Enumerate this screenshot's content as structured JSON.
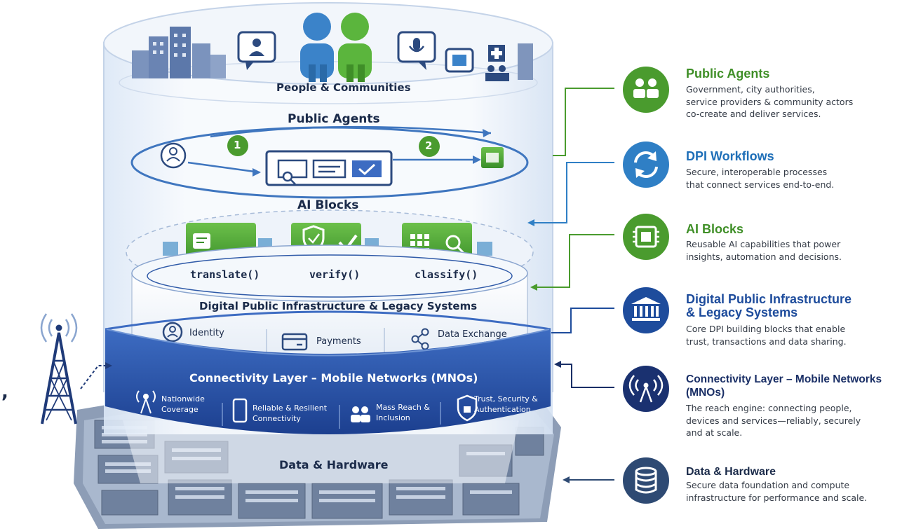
{
  "diagram": {
    "people_label": "People & Communities",
    "agents_label": "Public Agents",
    "step_1": "1",
    "step_2": "2",
    "ai_label": "AI Blocks",
    "blocks": [
      "translate()",
      "verify()",
      "classify()"
    ],
    "dpi_label": "Digital Public Infrastructure & Legacy Systems",
    "dpi_items": [
      "Identity",
      "Payments",
      "Data Exchange"
    ],
    "conn_label": "Connectivity Layer – Mobile Networks (MNOs)",
    "conn_items": [
      {
        "line1": "Nationwide",
        "line2": "Coverage"
      },
      {
        "line1": "Reliable & Resilient",
        "line2": "Connectivity"
      },
      {
        "line1": "Mass Reach &",
        "line2": "Inclusion"
      },
      {
        "line1": "Trust, Security &",
        "line2": "Authentication"
      }
    ],
    "hw_label": "Data & Hardware",
    "stray_mark": ","
  },
  "legend": [
    {
      "icon": "people-icon",
      "color": "#4a9b2e",
      "title_color": "#3f8f27",
      "title": "Public Agents",
      "desc": "Government, city authorities,\nservice providers & community actors\nco-create and deliver services."
    },
    {
      "icon": "refresh-icon",
      "color": "#2f7fc5",
      "title_color": "#1f6fb8",
      "title": "DPI Workflows",
      "desc": "Secure, interoperable processes\nthat connect services end-to-end."
    },
    {
      "icon": "chip-icon",
      "color": "#4a9b2e",
      "title_color": "#3f8f27",
      "title": "AI Blocks",
      "desc": "Reusable AI capabilities that power\ninsights, automation and decisions."
    },
    {
      "icon": "bank-icon",
      "color": "#1e4c9c",
      "title_color": "#1e4c9c",
      "title": "Digital Public Infrastructure\n& Legacy Systems",
      "desc": "Core DPI building blocks that enable\ntrust, transactions and data sharing."
    },
    {
      "icon": "antenna-icon",
      "color": "#1a3170",
      "title_color": "#1a2f66",
      "title": "Connectivity Layer – Mobile Networks\n(MNOs)",
      "desc": "The reach engine: connecting people,\ndevices and services—reliably, securely\nand at scale."
    },
    {
      "icon": "database-icon",
      "color": "#2e4a73",
      "title_color": "#1b2b4a",
      "title": "Data & Hardware",
      "desc": "Secure data foundation and compute\ninfrastructure for performance and scale."
    }
  ]
}
